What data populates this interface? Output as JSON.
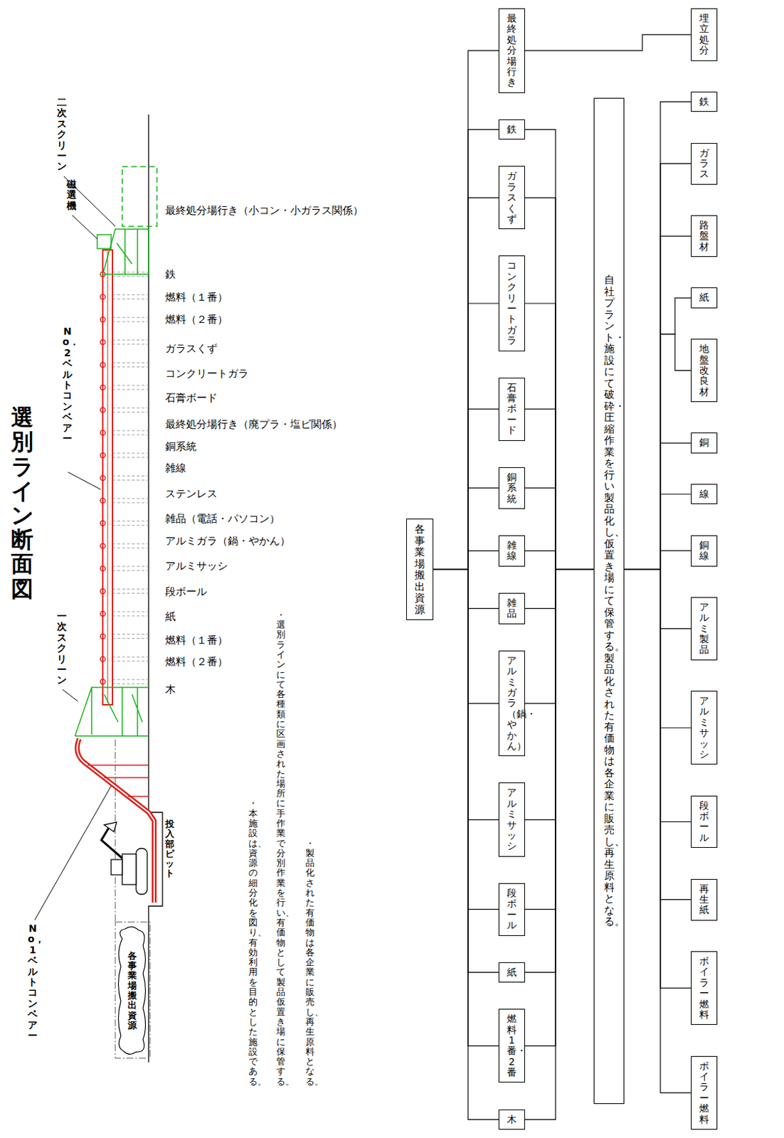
{
  "diagram": {
    "title": "選別ライン断面図",
    "nodes": [
      {
        "text": [
          "各事業場搬出資源"
        ]
      },
      {
        "text": [
          "各事業場搬出資源"
        ]
      },
      {
        "text": [
          "木"
        ]
      },
      {
        "text": [
          "燃料 1番・2番"
        ]
      },
      {
        "text": [
          "紙"
        ]
      },
      {
        "text": [
          "段ボール"
        ]
      },
      {
        "text": [
          "アルミサッシ"
        ]
      },
      {
        "text": [
          "アルミガラ （鍋・やかん）"
        ]
      },
      {
        "text": [
          "雑品"
        ]
      },
      {
        "text": [
          "雑線"
        ]
      },
      {
        "text": [
          "銅系統"
        ]
      },
      {
        "text": [
          "石膏 ボード"
        ]
      },
      {
        "text": [
          "コンクリート ガラ"
        ]
      },
      {
        "text": [
          "ガラス くず"
        ]
      },
      {
        "text": [
          "鉄"
        ]
      },
      {
        "text": [
          "最終処分場 行き"
        ]
      },
      {
        "text": [
          "自社プラント・施設にて破砕・圧縮作業を行い製品化し、仮置き場にて保管する。製品化された有価物は各企業に販売し、再生原料となる。"
        ]
      },
      {
        "text": [
          "ボイラー燃料"
        ]
      },
      {
        "text": [
          "ボイラー燃料"
        ]
      },
      {
        "text": [
          "再生紙"
        ]
      },
      {
        "text": [
          "段ボール"
        ]
      },
      {
        "text": [
          "アルミサッシ"
        ]
      },
      {
        "text": [
          "アルミ製品"
        ]
      },
      {
        "text": [
          "銅線"
        ]
      },
      {
        "text": [
          "線"
        ]
      },
      {
        "text": [
          "銅"
        ]
      },
      {
        "text": [
          "地盤改良材"
        ]
      },
      {
        "text": [
          "紙"
        ]
      },
      {
        "text": [
          "路盤材"
        ]
      },
      {
        "text": [
          "ガラス"
        ]
      },
      {
        "text": [
          "鉄"
        ]
      },
      {
        "text": [
          "埋立処分"
        ]
      }
    ],
    "edges": [
      {
        "from": 1,
        "to": 2,
        "arrow": "none"
      },
      {
        "from": 1,
        "to": 3,
        "arrow": "none"
      },
      {
        "from": 1,
        "to": 4,
        "arrow": "none"
      },
      {
        "from": 1,
        "to": 5,
        "arrow": "none"
      },
      {
        "from": 1,
        "to": 6,
        "arrow": "none"
      },
      {
        "from": 1,
        "to": 7,
        "arrow": "none"
      },
      {
        "from": 1,
        "to": 8,
        "arrow": "none"
      },
      {
        "from": 1,
        "to": 9,
        "arrow": "none"
      },
      {
        "from": 1,
        "to": 10,
        "arrow": "none"
      },
      {
        "from": 1,
        "to": 11,
        "arrow": "none"
      },
      {
        "from": 1,
        "to": 12,
        "arrow": "none"
      },
      {
        "from": 1,
        "to": 13,
        "arrow": "none"
      },
      {
        "from": 1,
        "to": 14,
        "arrow": "none"
      },
      {
        "from": 1,
        "to": 15,
        "arrow": "none"
      },
      {
        "from": 2,
        "to": 16,
        "arrow": "none"
      },
      {
        "from": 3,
        "to": 16,
        "arrow": "none"
      },
      {
        "from": 4,
        "to": 16,
        "arrow": "none"
      },
      {
        "from": 5,
        "to": 16,
        "arrow": "none"
      },
      {
        "from": 6,
        "to": 16,
        "arrow": "none"
      },
      {
        "from": 7,
        "to": 16,
        "arrow": "none"
      },
      {
        "from": 8,
        "to": 16,
        "arrow": "none"
      },
      {
        "from": 9,
        "to": 16,
        "arrow": "none"
      },
      {
        "from": 10,
        "to": 16,
        "arrow": "none"
      },
      {
        "from": 11,
        "to": 16,
        "arrow": "none"
      },
      {
        "from": 12,
        "to": 16,
        "arrow": "none"
      },
      {
        "from": 13,
        "to": 16,
        "arrow": "none"
      },
      {
        "from": 14,
        "to": 16,
        "arrow": "none"
      },
      {
        "from": 15,
        "to": 31,
        "arrow": "none"
      },
      {
        "from": 16,
        "to": 17,
        "arrow": "none"
      },
      {
        "from": 16,
        "to": 18,
        "arrow": "none"
      },
      {
        "from": 16,
        "to": 19,
        "arrow": "none"
      },
      {
        "from": 16,
        "to": 20,
        "arrow": "none"
      },
      {
        "from": 16,
        "to": 21,
        "arrow": "none"
      },
      {
        "from": 16,
        "to": 22,
        "arrow": "none"
      },
      {
        "from": 16,
        "to": 23,
        "arrow": "none"
      },
      {
        "from": 16,
        "to": 24,
        "arrow": "none"
      },
      {
        "from": 16,
        "to": 25,
        "arrow": "none"
      },
      {
        "from": 16,
        "to": 26,
        "arrow": "none"
      },
      {
        "from": 16,
        "to": 27,
        "arrow": "none"
      },
      {
        "from": 16,
        "to": 28,
        "arrow": "none"
      },
      {
        "from": 16,
        "to": 29,
        "arrow": "none"
      },
      {
        "from": 16,
        "to": 30,
        "arrow": "none"
      }
    ],
    "labels": [
      "No，1 ベルトコンベアー",
      "投入部ピット",
      "一次スクリーン",
      "No．2 ベルトコンベアー",
      "磁選機",
      "二次スクリーン",
      "最終処分場行き（小コン・小ガラス関係）",
      "鉄",
      "燃料（１番）",
      "燃料（２番）",
      "ガラスくず",
      "コンクリートガラ",
      "石膏ボード",
      "最終処分場行き（廃プラ・塩ビ関係）",
      "銅系統",
      "雑線",
      "ステンレス",
      "雑品（電話・パソコン）",
      "アルミガラ（鍋・やかん）",
      "アルミサッシ",
      "段ボール",
      "紙",
      "燃料（１番）",
      "燃料（２番）",
      "木",
      "・本施設は、資源の細分化を図り、有効利用を目的とした施設である。",
      "・選別ラインにて各種類に区画された場所に手作業で分別作業を行い、有価物として製品仮置き場に保管する。",
      "・製品化された有価物は各企業に販売し、再生原料となる。"
    ]
  }
}
